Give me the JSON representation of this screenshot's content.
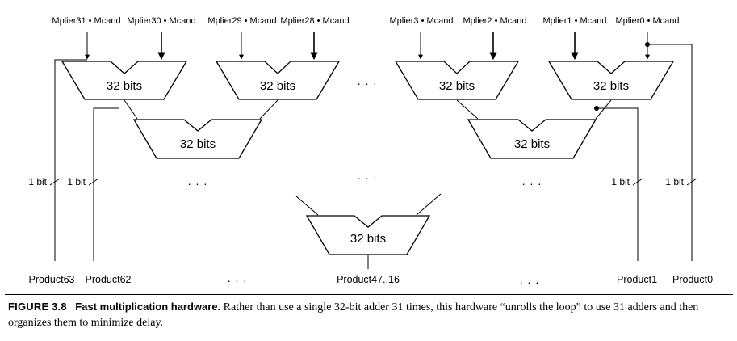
{
  "inputs": {
    "m31": "Mplier31 • Mcand",
    "m30": "Mplier30 • Mcand",
    "m29": "Mplier29 • Mcand",
    "m28": "Mplier28 • Mcand",
    "m3": "Mplier3 • Mcand",
    "m2": "Mplier2 • Mcand",
    "m1": "Mplier1 • Mcand",
    "m0": "Mplier0 • Mcand"
  },
  "adder_label": "32 bits",
  "bit_label": "1 bit",
  "ellipsis": ". . .",
  "outputs": {
    "p63": "Product63",
    "p62": "Product62",
    "p47_16": "Product47..16",
    "p1": "Product1",
    "p0": "Product0"
  },
  "caption": {
    "number": "FIGURE 3.8",
    "title": "Fast multiplication hardware.",
    "text": "Rather than use a single 32-bit adder 31 times, this hardware “unrolls the loop” to use 31 adders and then organizes them to minimize delay."
  }
}
